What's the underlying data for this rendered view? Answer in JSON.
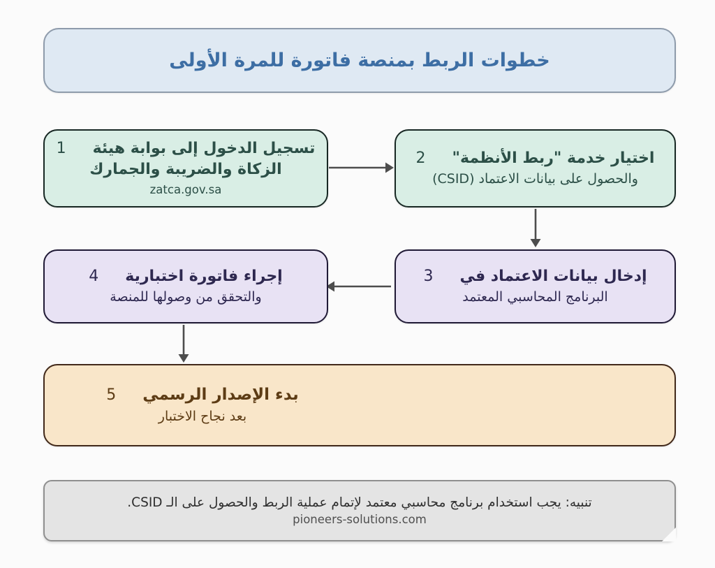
{
  "header": {
    "title": "خطوات الربط بمنصة فاتورة للمرة الأولى"
  },
  "steps": [
    {
      "number": "1",
      "title": "تسجيل الدخول إلى بوابة هيئة",
      "title2": "الزكاة والضريبة والجمارك",
      "subtitle": "zatca.gov.sa",
      "theme": "mint"
    },
    {
      "number": "2",
      "title": "اختيار خدمة \"ربط الأنظمة\"",
      "subtitle": "والحصول على بيانات الاعتماد (CSID)",
      "theme": "mint"
    },
    {
      "number": "3",
      "title": "إدخال بيانات الاعتماد في",
      "subtitle": "البرنامج المحاسبي المعتمد",
      "theme": "lavender"
    },
    {
      "number": "4",
      "title": "إجراء فاتورة اختبارية",
      "subtitle": "والتحقق من وصولها للمنصة",
      "theme": "lavender"
    },
    {
      "number": "5",
      "title": "بدء الإصدار الرسمي",
      "subtitle": "بعد نجاح الاختبار",
      "theme": "peach"
    }
  ],
  "flow": [
    {
      "from": "1",
      "to": "2",
      "icon": "arrow-right-icon"
    },
    {
      "from": "2",
      "to": "3",
      "icon": "arrow-down-icon"
    },
    {
      "from": "3",
      "to": "4",
      "icon": "arrow-left-icon"
    },
    {
      "from": "4",
      "to": "5",
      "icon": "arrow-down-icon"
    }
  ],
  "note": {
    "text": "تنبيه: يجب استخدام برنامج محاسبي معتمد لإتمام عملية الربط والحصول على الـ CSID.",
    "website": "pioneers-solutions.com"
  },
  "colors": {
    "page_bg": "#fbfbfb",
    "header_bg": "#dfe9f3",
    "header_border": "#8e9bab",
    "header_text": "#3d6ea4",
    "mint_bg": "#d9eee5",
    "mint_border": "#182824",
    "mint_text": "#2c4f47",
    "lavender_bg": "#e8e2f4",
    "lavender_border": "#201a36",
    "lavender_text": "#2e2850",
    "peach_bg": "#f9e6c9",
    "peach_border": "#42291a",
    "peach_text": "#5d3c15",
    "note_bg": "#e4e4e4",
    "note_border": "#8f8f8f",
    "note_text": "#2e2e2e",
    "note_url": "#4f4f4f",
    "arrow": "#4d4d4d"
  }
}
